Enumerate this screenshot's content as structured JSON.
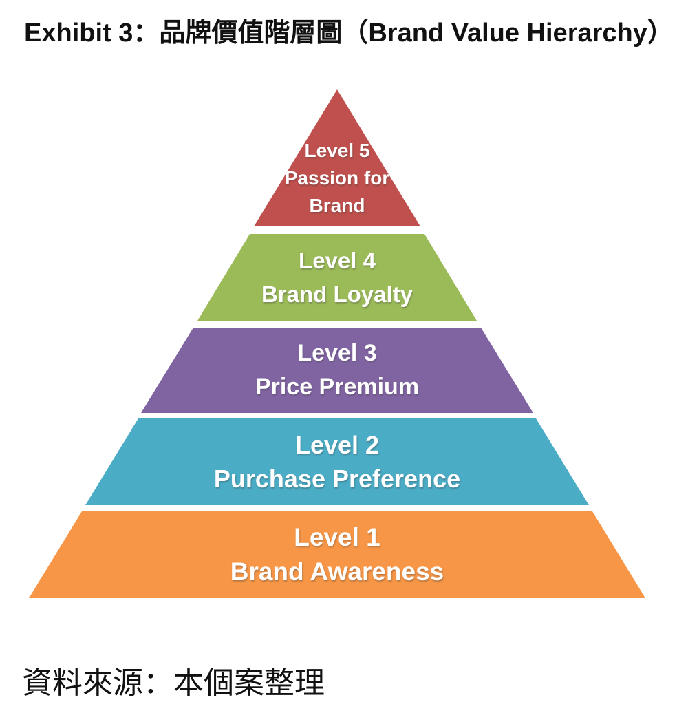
{
  "page": {
    "title": "Exhibit 3：品牌價值階層圖（Brand Value Hierarchy）",
    "source_note": "資料來源：本個案整理"
  },
  "chart_data": {
    "type": "pyramid",
    "title": "Brand Value Hierarchy (品牌價值階層圖)",
    "levels": [
      {
        "level": 5,
        "line1": "Level 5",
        "line2": "Passion for",
        "line3": "Brand",
        "label": "Passion for Brand",
        "color": "#C0504D"
      },
      {
        "level": 4,
        "line1": "Level 4",
        "line2": "Brand Loyalty",
        "label": "Brand Loyalty",
        "color": "#9BBB59"
      },
      {
        "level": 3,
        "line1": "Level 3",
        "line2": "Price Premium",
        "label": "Price Premium",
        "color": "#8064A2"
      },
      {
        "level": 2,
        "line1": "Level 2",
        "line2": "Purchase Preference",
        "label": "Purchase Preference",
        "color": "#4BACC6"
      },
      {
        "level": 1,
        "line1": "Level 1",
        "line2": "Brand Awareness",
        "label": "Brand Awareness",
        "color": "#F79646"
      }
    ],
    "text_color": "#FFFFFF",
    "title_color": "#111111"
  }
}
